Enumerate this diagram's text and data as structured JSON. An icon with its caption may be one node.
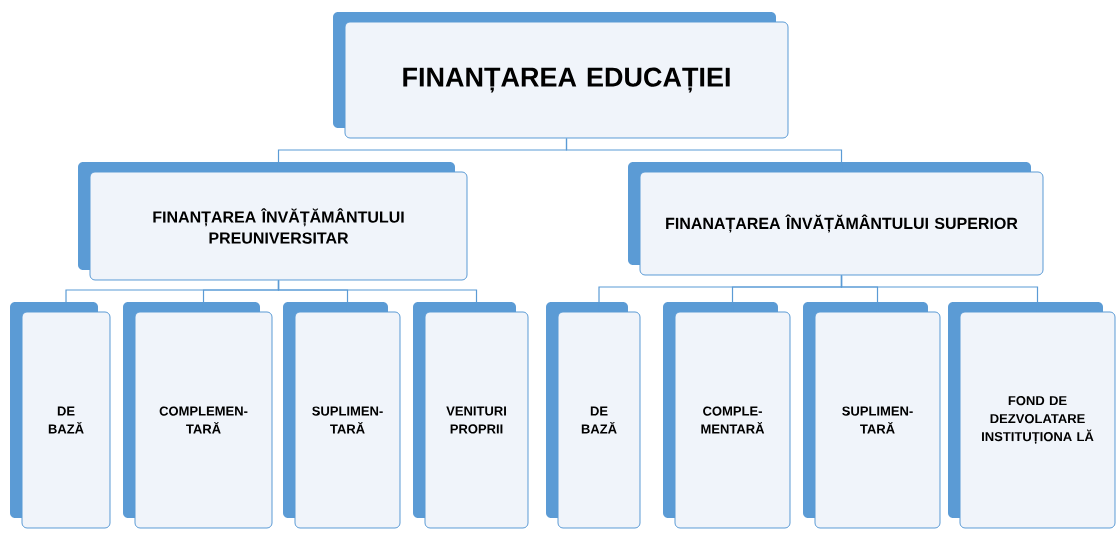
{
  "diagram": {
    "nodes": [
      {
        "text": [
          "FINANȚAREA EDUCAȚIEI"
        ]
      },
      {
        "text": [
          "FINANȚAREA ÎNVĂȚĂMÂNTULUI PREUNIVERSITAR"
        ]
      },
      {
        "text": [
          "FINANAȚAREA ÎNVĂȚĂMÂNTULUI SUPERIOR"
        ]
      },
      {
        "text": [
          "DE BAZĂ"
        ]
      },
      {
        "text": [
          "COMPLEMEN- TARĂ"
        ]
      },
      {
        "text": [
          "SUPLIMEN- TARĂ"
        ]
      },
      {
        "text": [
          "VENITURI PROPRII"
        ]
      },
      {
        "text": [
          "DE BAZĂ"
        ]
      },
      {
        "text": [
          "COMPLE- MENTARĂ"
        ]
      },
      {
        "text": [
          "SUPLIMEN- TARĂ"
        ]
      },
      {
        "text": [
          "FOND DE DEZVOLATARE INSTITUȚIONA LĂ"
        ]
      }
    ],
    "edges": [
      {
        "from": 0,
        "to": 1,
        "arrow": "none"
      },
      {
        "from": 0,
        "to": 2,
        "arrow": "none"
      },
      {
        "from": 1,
        "to": 3,
        "arrow": "none"
      },
      {
        "from": 1,
        "to": 4,
        "arrow": "none"
      },
      {
        "from": 1,
        "to": 5,
        "arrow": "none"
      },
      {
        "from": 1,
        "to": 6,
        "arrow": "none"
      },
      {
        "from": 2,
        "to": 7,
        "arrow": "none"
      },
      {
        "from": 2,
        "to": 8,
        "arrow": "none"
      },
      {
        "from": 2,
        "to": 9,
        "arrow": "none"
      },
      {
        "from": 2,
        "to": 10,
        "arrow": "none"
      }
    ]
  }
}
